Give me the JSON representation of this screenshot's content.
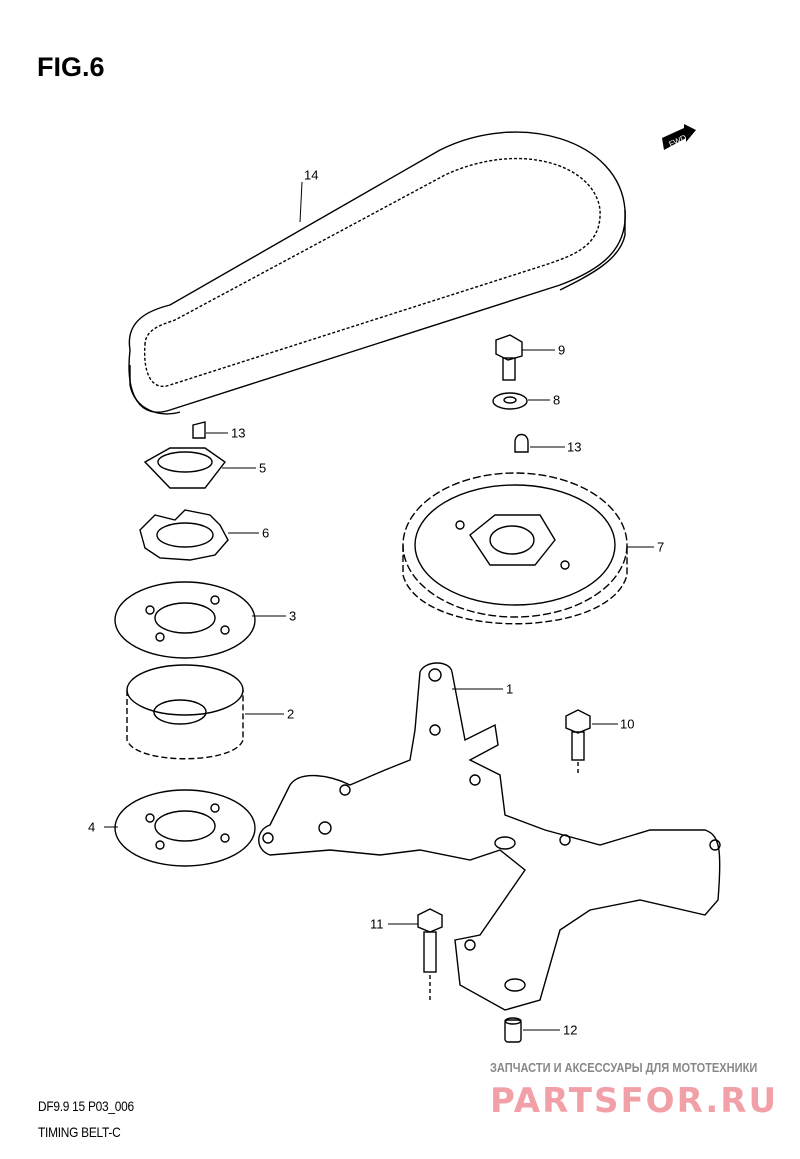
{
  "figure": {
    "title": "FIG.6"
  },
  "callouts": [
    "14",
    "13",
    "5",
    "6",
    "3",
    "2",
    "4",
    "1",
    "9",
    "8",
    "13",
    "7",
    "10",
    "11",
    "12"
  ],
  "direction_marker": {
    "label": "FWD",
    "icon": "arrow-right-icon"
  },
  "footer": {
    "code": "DF9.9 15 P03_006",
    "caption": "TIMING BELT-C"
  },
  "watermark": {
    "tagline": "ЗАПЧАСТИ И АКСЕССУАРЫ ДЛЯ МОТОТЕХНИКИ",
    "brand": "PARTSFOR.RU",
    "color": "#f2a0a8"
  }
}
